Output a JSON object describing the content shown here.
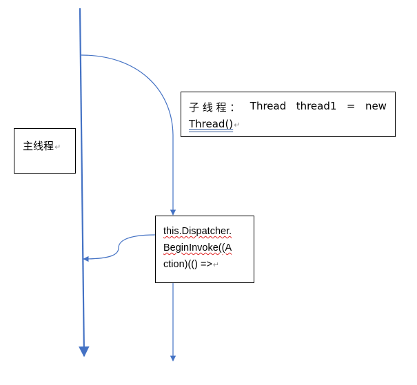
{
  "main_thread": {
    "label": "主线程",
    "mark": "↵"
  },
  "child_thread": {
    "label_parts": [
      "子 线 程 ：",
      "Thread",
      "thread1",
      "=",
      "new"
    ],
    "line2": "Thread()",
    "mark": "↵"
  },
  "dispatcher": {
    "line1": "this.Dispatcher.",
    "line2": "BeginInvoke((A",
    "line3": "ction)(() =>",
    "mark": "↵"
  },
  "colors": {
    "line": "#4472c4",
    "border": "#000000",
    "spellcheck": "#e02020"
  }
}
